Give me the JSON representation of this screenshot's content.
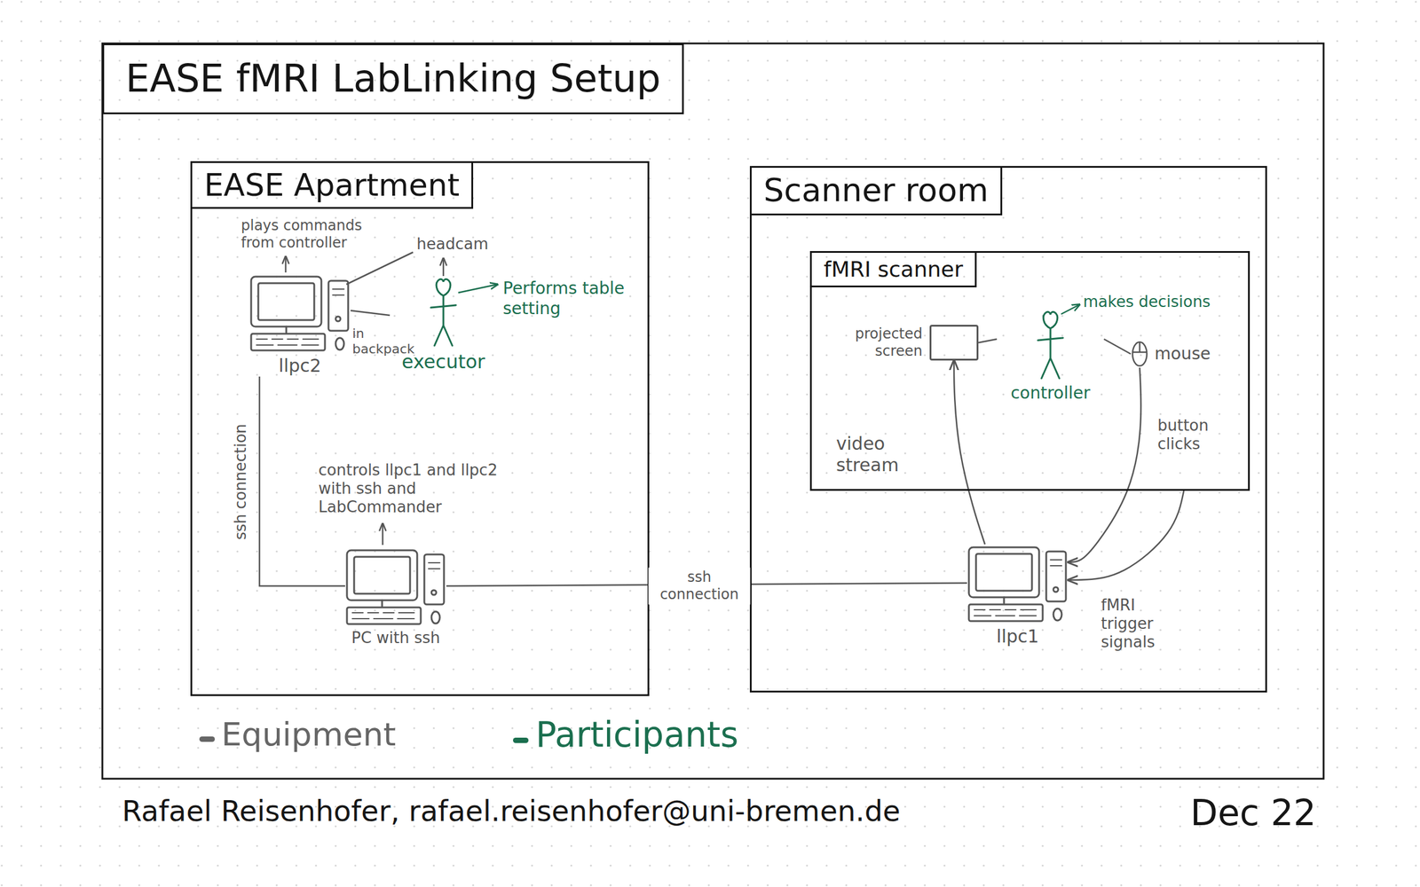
{
  "diagram": {
    "title": "EASE fMRI LabLinking Setup",
    "nodes": [
      {
        "text": [
          "EASE Apartment"
        ]
      },
      {
        "text": [
          "llpc2"
        ],
        "in": 0
      },
      {
        "text": [
          "executor"
        ],
        "in": 0
      },
      {
        "text": [
          "PC with ssh"
        ],
        "in": 0
      },
      {
        "text": [
          "Scanner room"
        ]
      },
      {
        "text": [
          "fMRI scanner"
        ],
        "in": 4
      },
      {
        "text": [
          "projected screen"
        ],
        "in": 5
      },
      {
        "text": [
          "controller"
        ],
        "in": 5
      },
      {
        "text": [
          "mouse"
        ],
        "in": 5
      },
      {
        "text": [
          "llpc1"
        ],
        "in": 4
      }
    ],
    "edges": [
      {
        "from": 1,
        "to": 2,
        "arrow": "none",
        "label": "in backpack"
      },
      {
        "from": 1,
        "to": 3,
        "arrow": "none",
        "label": "ssh connection"
      },
      {
        "from": 3,
        "to": 9,
        "arrow": "none",
        "label": "ssh connection"
      },
      {
        "from": 6,
        "to": 7,
        "arrow": "none"
      },
      {
        "from": 7,
        "to": 8,
        "arrow": "none"
      },
      {
        "from": 9,
        "to": 6,
        "arrow": "to",
        "label": "video stream"
      },
      {
        "from": 8,
        "to": 9,
        "arrow": "to",
        "label": "button clicks"
      },
      {
        "from": 5,
        "to": 9,
        "arrow": "to",
        "label": "fMRI trigger signals"
      }
    ],
    "labels": [
      "plays commands from controller",
      "headcam",
      "Performs table setting",
      "controls llpc1 and llpc2 with ssh and LabCommander",
      "makes decisions",
      "Rafael Reisenhofer, rafael.reisenhofer@uni-bremen.de",
      "Dec 22"
    ],
    "legend": [
      {
        "text": "Equipment",
        "color": "#666666"
      },
      {
        "text": "Participants",
        "color": "#1b6f4f"
      }
    ]
  }
}
